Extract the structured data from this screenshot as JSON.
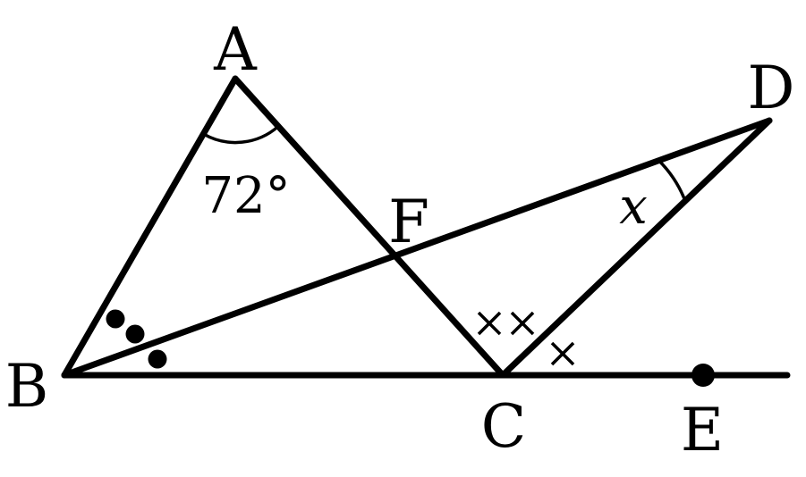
{
  "points": {
    "A": "A",
    "B": "B",
    "C": "C",
    "D": "D",
    "E": "E",
    "F": "F"
  },
  "angles": {
    "bac": "72°",
    "bdc": "x"
  }
}
